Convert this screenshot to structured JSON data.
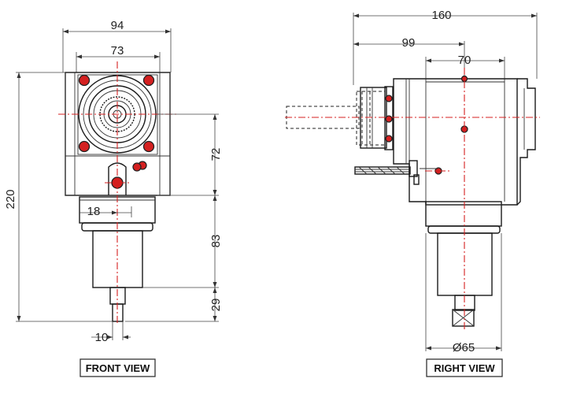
{
  "views": {
    "front": {
      "caption": "FRONT VIEW",
      "dims": {
        "width_outer": "94",
        "width_inner": "73",
        "height_total": "220",
        "height_upper": "72",
        "height_mid": "83",
        "height_shank": "29",
        "offset": "18",
        "shank_dia": "10"
      }
    },
    "right": {
      "caption": "RIGHT VIEW",
      "dims": {
        "length_total": "160",
        "length_mid": "99",
        "width_body": "70",
        "diameter": "Ø65"
      }
    }
  },
  "colors": {
    "centerline": "#d42020",
    "outline": "#1a1a1a"
  }
}
